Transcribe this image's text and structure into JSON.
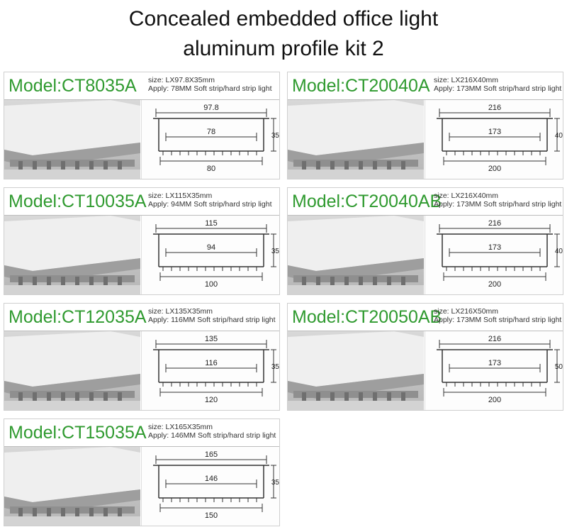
{
  "title": {
    "line1": "Concealed embedded office light",
    "line2": "aluminum profile kit 2"
  },
  "colors": {
    "model_green": "#2f9a2f",
    "frame_border": "#cfcfcf",
    "aluminum": "#c8c8c8",
    "diffuser": "#f1f1f1"
  },
  "products": [
    {
      "model": "Model:CT8035A",
      "size": "size: LX97.8X35mm",
      "apply": "Apply: 78MM Soft strip/hard strip light",
      "dims": {
        "top": "97.8",
        "inner": "78",
        "bottom": "80",
        "height": "35"
      }
    },
    {
      "model": "Model:CT20040A",
      "size": "size: LX216X40mm",
      "apply": "Apply: 173MM Soft strip/hard strip light",
      "dims": {
        "top": "216",
        "inner": "173",
        "bottom": "200",
        "height": "40"
      }
    },
    {
      "model": "Model:CT10035A",
      "size": "size: LX115X35mm",
      "apply": "Apply: 94MM Soft strip/hard strip light",
      "dims": {
        "top": "115",
        "inner": "94",
        "bottom": "100",
        "height": "35"
      }
    },
    {
      "model": "Model:CT20040AB",
      "size": "size: LX216X40mm",
      "apply": "Apply: 173MM Soft strip/hard strip light",
      "dims": {
        "top": "216",
        "inner": "173",
        "bottom": "200",
        "height": "40"
      }
    },
    {
      "model": "Model:CT12035A",
      "size": "size: LX135X35mm",
      "apply": "Apply: 116MM Soft strip/hard strip light",
      "dims": {
        "top": "135",
        "inner": "116",
        "bottom": "120",
        "height": "35"
      }
    },
    {
      "model": "Model:CT20050AB",
      "size": "size: LX216X50mm",
      "apply": "Apply: 173MM Soft strip/hard strip light",
      "dims": {
        "top": "216",
        "inner": "173",
        "bottom": "200",
        "height": "50"
      }
    },
    {
      "model": "Model:CT15035A",
      "size": "size: LX165X35mm",
      "apply": "Apply: 146MM Soft strip/hard strip light",
      "dims": {
        "top": "165",
        "inner": "146",
        "bottom": "150",
        "height": "35"
      }
    }
  ]
}
